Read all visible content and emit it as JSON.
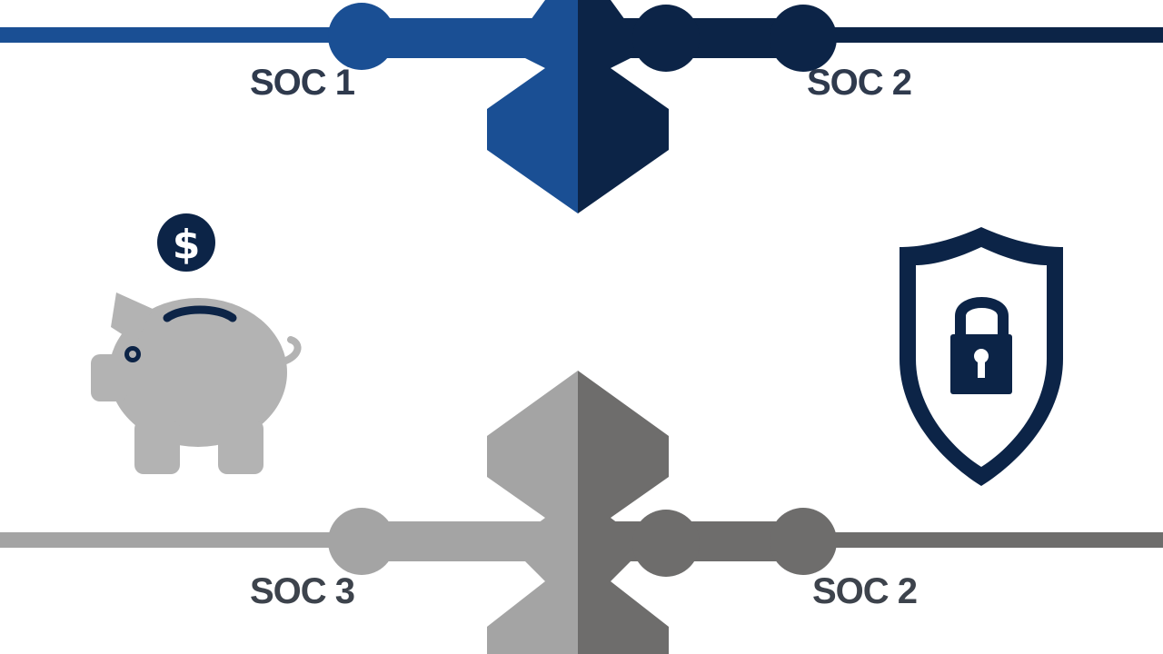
{
  "labels": {
    "top_left": "SOC 1",
    "top_right": "SOC 2",
    "bottom_left": "SOC 3",
    "bottom_right": "SOC 2"
  },
  "icons": {
    "dollar_symbol": "$",
    "left": "piggy-bank-icon",
    "right": "shield-lock-icon"
  },
  "colors": {
    "blue": "#1a4f94",
    "navy": "#0c2447",
    "gray_light": "#a4a4a4",
    "gray_dark": "#6e6d6c",
    "piggy": "#b3b3b3",
    "label_text": "#2f3a4d",
    "label_text_gray": "#3d434c"
  }
}
